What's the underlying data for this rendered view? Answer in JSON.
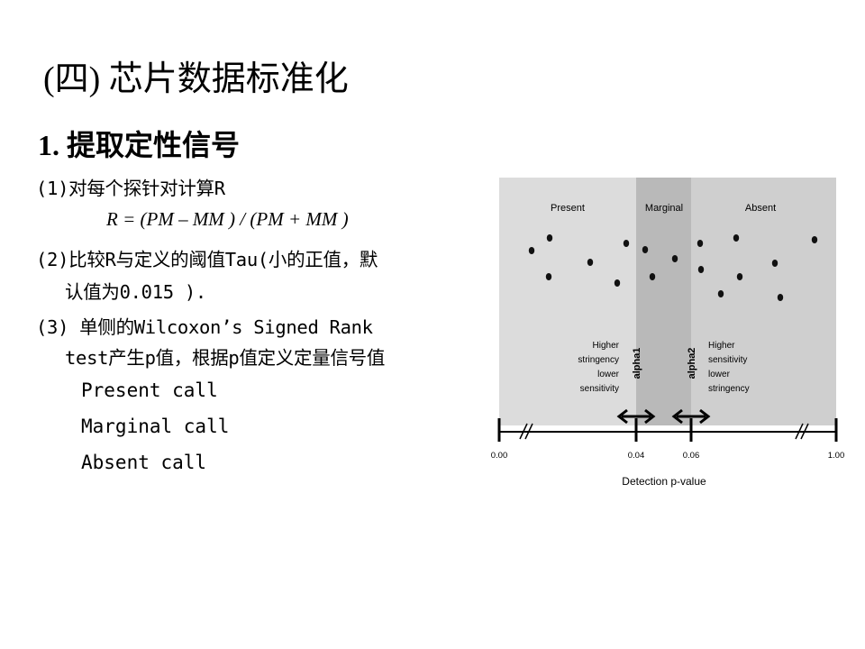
{
  "slide": {
    "title": "(四) 芯片数据标准化",
    "heading": "1. 提取定性信号",
    "step1": "(1)对每个探针对计算R",
    "formula": "R = (PM – MM ) / (PM + MM )",
    "step2_line1": "(2)比较R与定义的阈值Tau(小的正值，默",
    "step2_line2": "认值为0.015 ).",
    "step3_line1": "(3) 单侧的Wilcoxon’s Signed Rank",
    "step3_line2": "test产生p值，根据p值定义定量信号值",
    "calls": [
      "Present call",
      "Marginal call",
      "Absent call"
    ]
  },
  "figure": {
    "regions": {
      "present": "Present",
      "marginal": "Marginal",
      "absent": "Absent"
    },
    "left_note": [
      "Higher",
      "stringency",
      "lower",
      "sensitivity"
    ],
    "right_note": [
      "Higher",
      "sensitivity",
      "lower",
      "stringency"
    ],
    "alpha1": "alpha1",
    "alpha2": "alpha2",
    "ticks": [
      "0.00",
      "0.04",
      "0.06",
      "1.00"
    ],
    "axis_label": "Detection p-value",
    "colors": {
      "present_bg": "#dcdcdc",
      "marginal_bg": "#b9b9b9",
      "absent_bg": "#cfcfcf",
      "dots": "#111111"
    }
  }
}
